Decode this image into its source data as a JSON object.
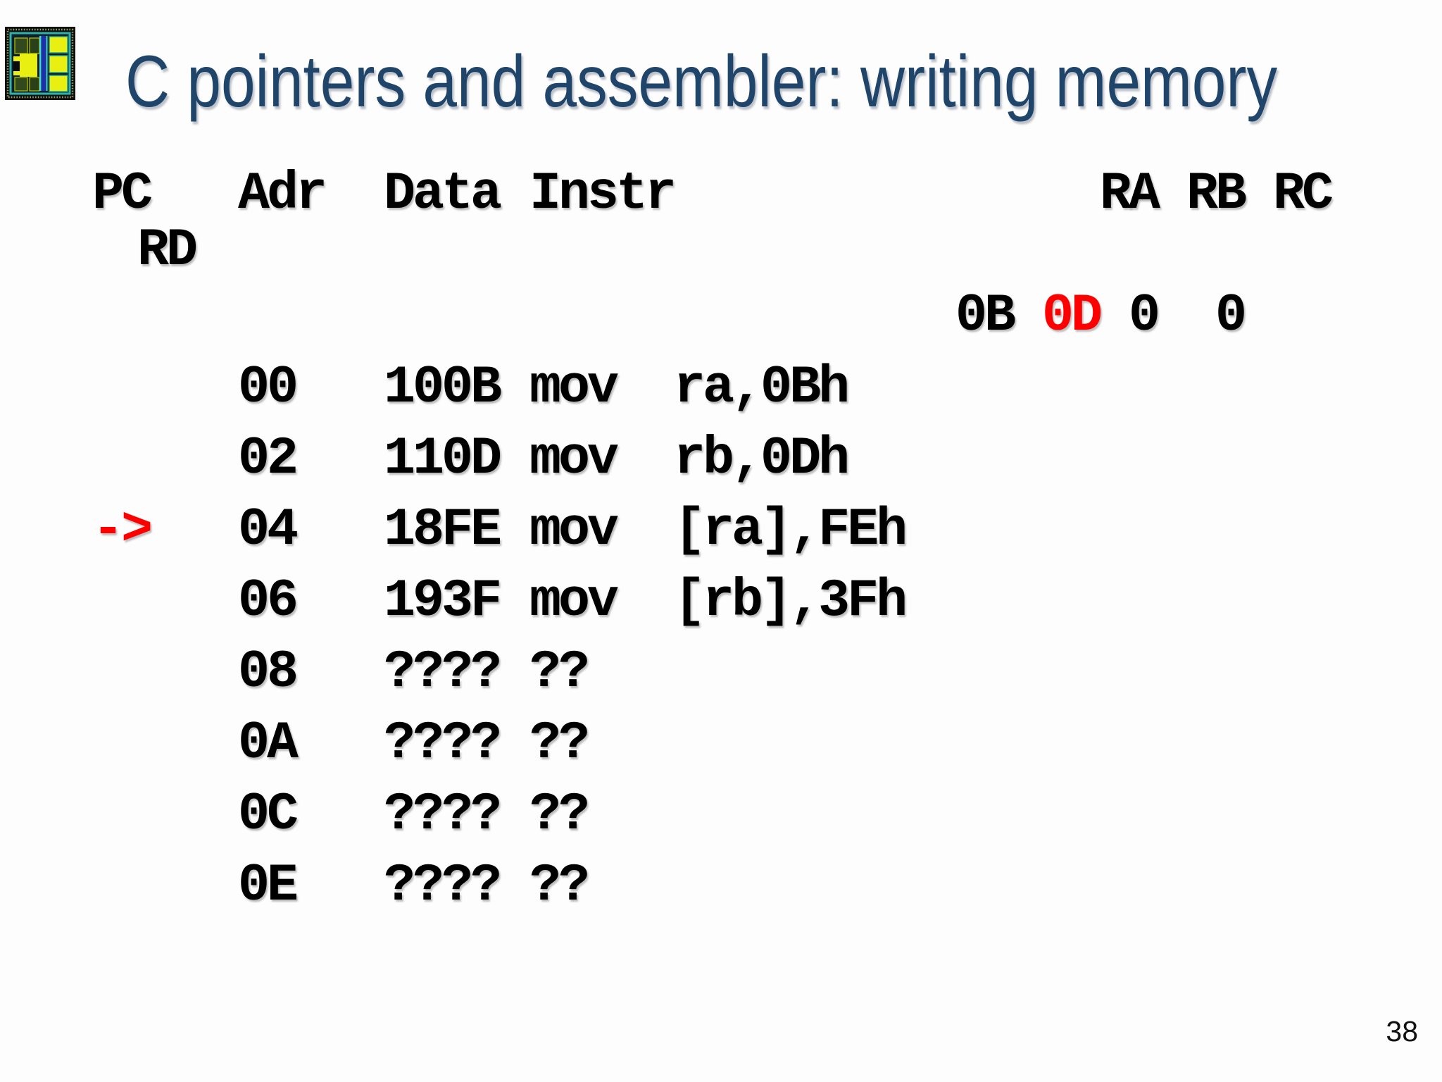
{
  "slide": {
    "title": "C pointers and assembler: writing memory",
    "page_number": "38",
    "colors": {
      "title_text": "#20456A",
      "body_text": "#000000",
      "highlight": "#FF0000",
      "background": "#FDFDFD"
    }
  },
  "table": {
    "headers": {
      "pc": "PC",
      "rd": "RD",
      "adr": "Adr",
      "data": "Data",
      "instr": "Instr",
      "registers": "RA RB RC"
    },
    "register_values": {
      "ra": "0B",
      "rb": "0D",
      "rc": "0",
      "rd": "0"
    },
    "pointer_arrow": "->",
    "rows": [
      {
        "arrow": "",
        "adr": "00",
        "data": "100B",
        "instr": "mov  ra,0Bh",
        "current": false
      },
      {
        "arrow": "",
        "adr": "02",
        "data": "110D",
        "instr": "mov  rb,0Dh",
        "current": false
      },
      {
        "arrow": "->",
        "adr": "04",
        "data": "18FE",
        "instr": "mov  [ra],FEh",
        "current": true
      },
      {
        "arrow": "",
        "adr": "06",
        "data": "193F",
        "instr": "mov  [rb],3Fh",
        "current": false
      },
      {
        "arrow": "",
        "adr": "08",
        "data": "????",
        "instr": "??",
        "current": false
      },
      {
        "arrow": "",
        "adr": "0A",
        "data": "????",
        "instr": "??",
        "current": false
      },
      {
        "arrow": "",
        "adr": "0C",
        "data": "????",
        "instr": "??",
        "current": false
      },
      {
        "arrow": "",
        "adr": "0E",
        "data": "????",
        "instr": "??",
        "current": false
      }
    ]
  }
}
